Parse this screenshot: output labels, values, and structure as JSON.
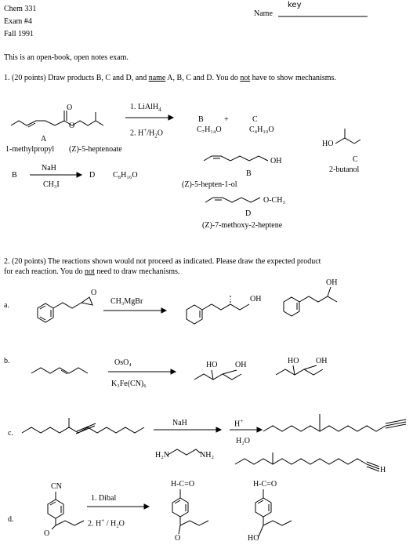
{
  "header": {
    "course": "Chem 331",
    "exam": "Exam #4",
    "term": "Fall 1991",
    "name_label": "Name",
    "name_value": "key"
  },
  "intro": "This is an open-book, open notes exam.",
  "q1": {
    "prompt_a": "1.  (20 points) Draw products B, C and D, and ",
    "prompt_name": "name",
    "prompt_b": " A, B, C and D. You do ",
    "prompt_not": "not",
    "prompt_c": " have to show mechanisms.",
    "label_A": "A",
    "name_A1": "1-methylpropyl",
    "name_A2": "(Z)-5-heptenoate",
    "reagent1": "1. LiAlH",
    "reagent1_sub": "4",
    "reagent2a": "2. H",
    "reagent2_sup": "+",
    "reagent2b": "/H",
    "reagent2_sub": "2",
    "reagent2c": "O",
    "prod_B": "B",
    "plus": "+",
    "prod_C": "C",
    "formula_B": "C₇H₁₄O",
    "formula_C": "C₄H₁₀O",
    "alcohol_label": "HO",
    "label_C": "C",
    "name_C": "2-butanol",
    "oh_label": "OH",
    "label_B": "B",
    "name_B": "(Z)-5-hepten-1-ol",
    "rx2_B": "B",
    "rx2_reagent1": "NaH",
    "rx2_reagent2": "CH₃I",
    "rx2_D": "D",
    "formula_D": "C₈H₁₆O",
    "ome_label": "O-CH₃",
    "label_D": "D",
    "name_D": "(Z)-7-methoxy-2-heptene"
  },
  "q2": {
    "prompt_line1": "2.  (20 points)  The reactions shown would not proceed as indicated.  Please draw the expected product",
    "prompt_line2a": "for each reaction. You do ",
    "prompt_not": "not",
    "prompt_line2b": " need to draw mechanisms.",
    "a": {
      "label": "a.",
      "epoxide_O": "O",
      "reagent": "CH₃MgBr",
      "oh1": "OH",
      "oh2": "OH"
    },
    "b": {
      "label": "b.",
      "reagent1": "OsO₄",
      "reagent2": "K₃Fe(CN)₆",
      "ho1": "HO",
      "oh1": "OH",
      "ho2": "HO",
      "oh2": "OH"
    },
    "c": {
      "label": "c.",
      "reagent1": "NaH",
      "reagent2": "H",
      "reagent2_sup": "+",
      "reagent3": "H₂O",
      "amine_left": "H₂N",
      "amine_right": "NH₂",
      "h_label": "H"
    },
    "d": {
      "label": "d.",
      "nitrile": "CN",
      "reagent1": "1. Dibal",
      "reagent2a": "2. H",
      "reagent2_sup": "+",
      "reagent2b": " / H₂O",
      "ald1": "H-C=O",
      "ald2": "H-C=O",
      "ketone_O": "O",
      "ho": "HO"
    }
  }
}
